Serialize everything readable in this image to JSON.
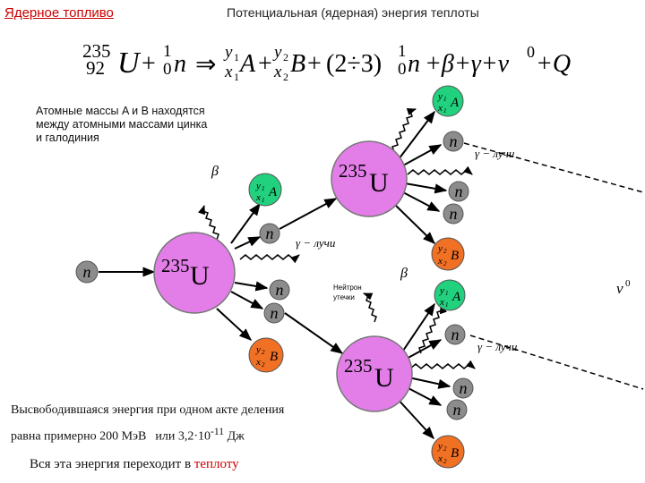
{
  "header": {
    "left_title": "Ядерное топливо",
    "main_title": "Потенциальная (ядерная) энергия теплоты"
  },
  "equation": {
    "u_mass": "235",
    "u_charge": "92",
    "u_symbol": "U",
    "plus": "+",
    "n_mass": "1",
    "n_charge": "0",
    "n_symbol": "n",
    "arrow": "⇒",
    "a_top": "y",
    "a_top_sub": "1",
    "a_bottom": "x",
    "a_bottom_sub": "1",
    "a_symbol": "A",
    "b_top": "y",
    "b_top_sub": "2",
    "b_bottom": "x",
    "b_bottom_sub": "2",
    "b_symbol": "B",
    "coef": "(2÷3)",
    "n2_mass": "1",
    "n2_charge": "0",
    "tail": "+β+γ+ν",
    "nu_sup": "0",
    "q": "+Q"
  },
  "note": "Атомные массы A и B находятся между атомными массами цинка и галодиния",
  "labels": {
    "neutron": "n",
    "u235": "235",
    "u_letter": "U",
    "frag_a_letter": "A",
    "frag_b_letter": "B",
    "y1": "y",
    "y1_sub": "1",
    "x1": "x",
    "x1_sub": "1",
    "y2": "y",
    "y2_sub": "2",
    "x2": "x",
    "x2_sub": "2",
    "beta": "β",
    "gamma_rays": "γ − лучи",
    "neutron_leak_1": "Нейтрон",
    "neutron_leak_2": "утечки",
    "nu": "ν",
    "nu_sup": "0"
  },
  "energy": {
    "line1": "Высвободившаяся энергия при одном акте деления",
    "line2_a": "равна примерно 200 МэВ",
    "line2_b": "или  3,2·10",
    "line2_exp": "-11",
    "line2_c": " Дж"
  },
  "footer": {
    "text": "Вся эта энергия переходит в ",
    "highlight": "теплоту"
  },
  "colors": {
    "nucleus": "#e37ee8",
    "neutron": "#8c8c8c",
    "fragment_a": "#21d17e",
    "fragment_b": "#f07024",
    "highlight": "#cc0000"
  }
}
